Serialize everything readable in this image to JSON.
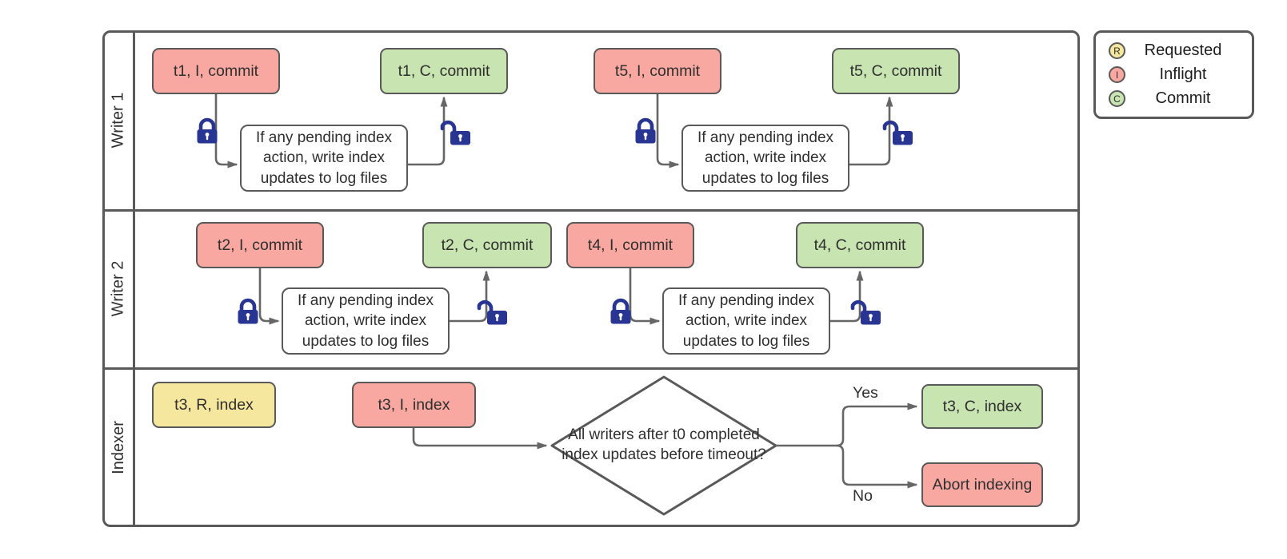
{
  "colors": {
    "requested": "#f6e79e",
    "inflight": "#f8a8a0",
    "commit": "#c8e4b0",
    "lock": "#283593",
    "line": "#666666",
    "border": "#595959"
  },
  "lanes": [
    {
      "label": "Writer 1"
    },
    {
      "label": "Writer 2"
    },
    {
      "label": "Indexer"
    }
  ],
  "legend": {
    "items": [
      {
        "letter": "R",
        "label": "Requested",
        "state": "requested"
      },
      {
        "letter": "I",
        "label": "Inflight",
        "state": "inflight"
      },
      {
        "letter": "C",
        "label": "Commit",
        "state": "commit"
      }
    ]
  },
  "log_note": "If any pending index action, write index updates to log files",
  "decision": {
    "question": "All writers after t0 completed index updates before timeout?",
    "yes_label": "Yes",
    "no_label": "No"
  },
  "nodes": {
    "t1_inflight": "t1, I, commit",
    "t1_commit": "t1, C, commit",
    "t5_inflight": "t5, I, commit",
    "t5_commit": "t5, C, commit",
    "t2_inflight": "t2, I, commit",
    "t2_commit": "t2, C, commit",
    "t4_inflight": "t4, I, commit",
    "t4_commit": "t4, C, commit",
    "t3_requested": "t3, R, index",
    "t3_inflight": "t3, I, index",
    "t3_commit": "t3, C, index",
    "abort": "Abort indexing"
  }
}
